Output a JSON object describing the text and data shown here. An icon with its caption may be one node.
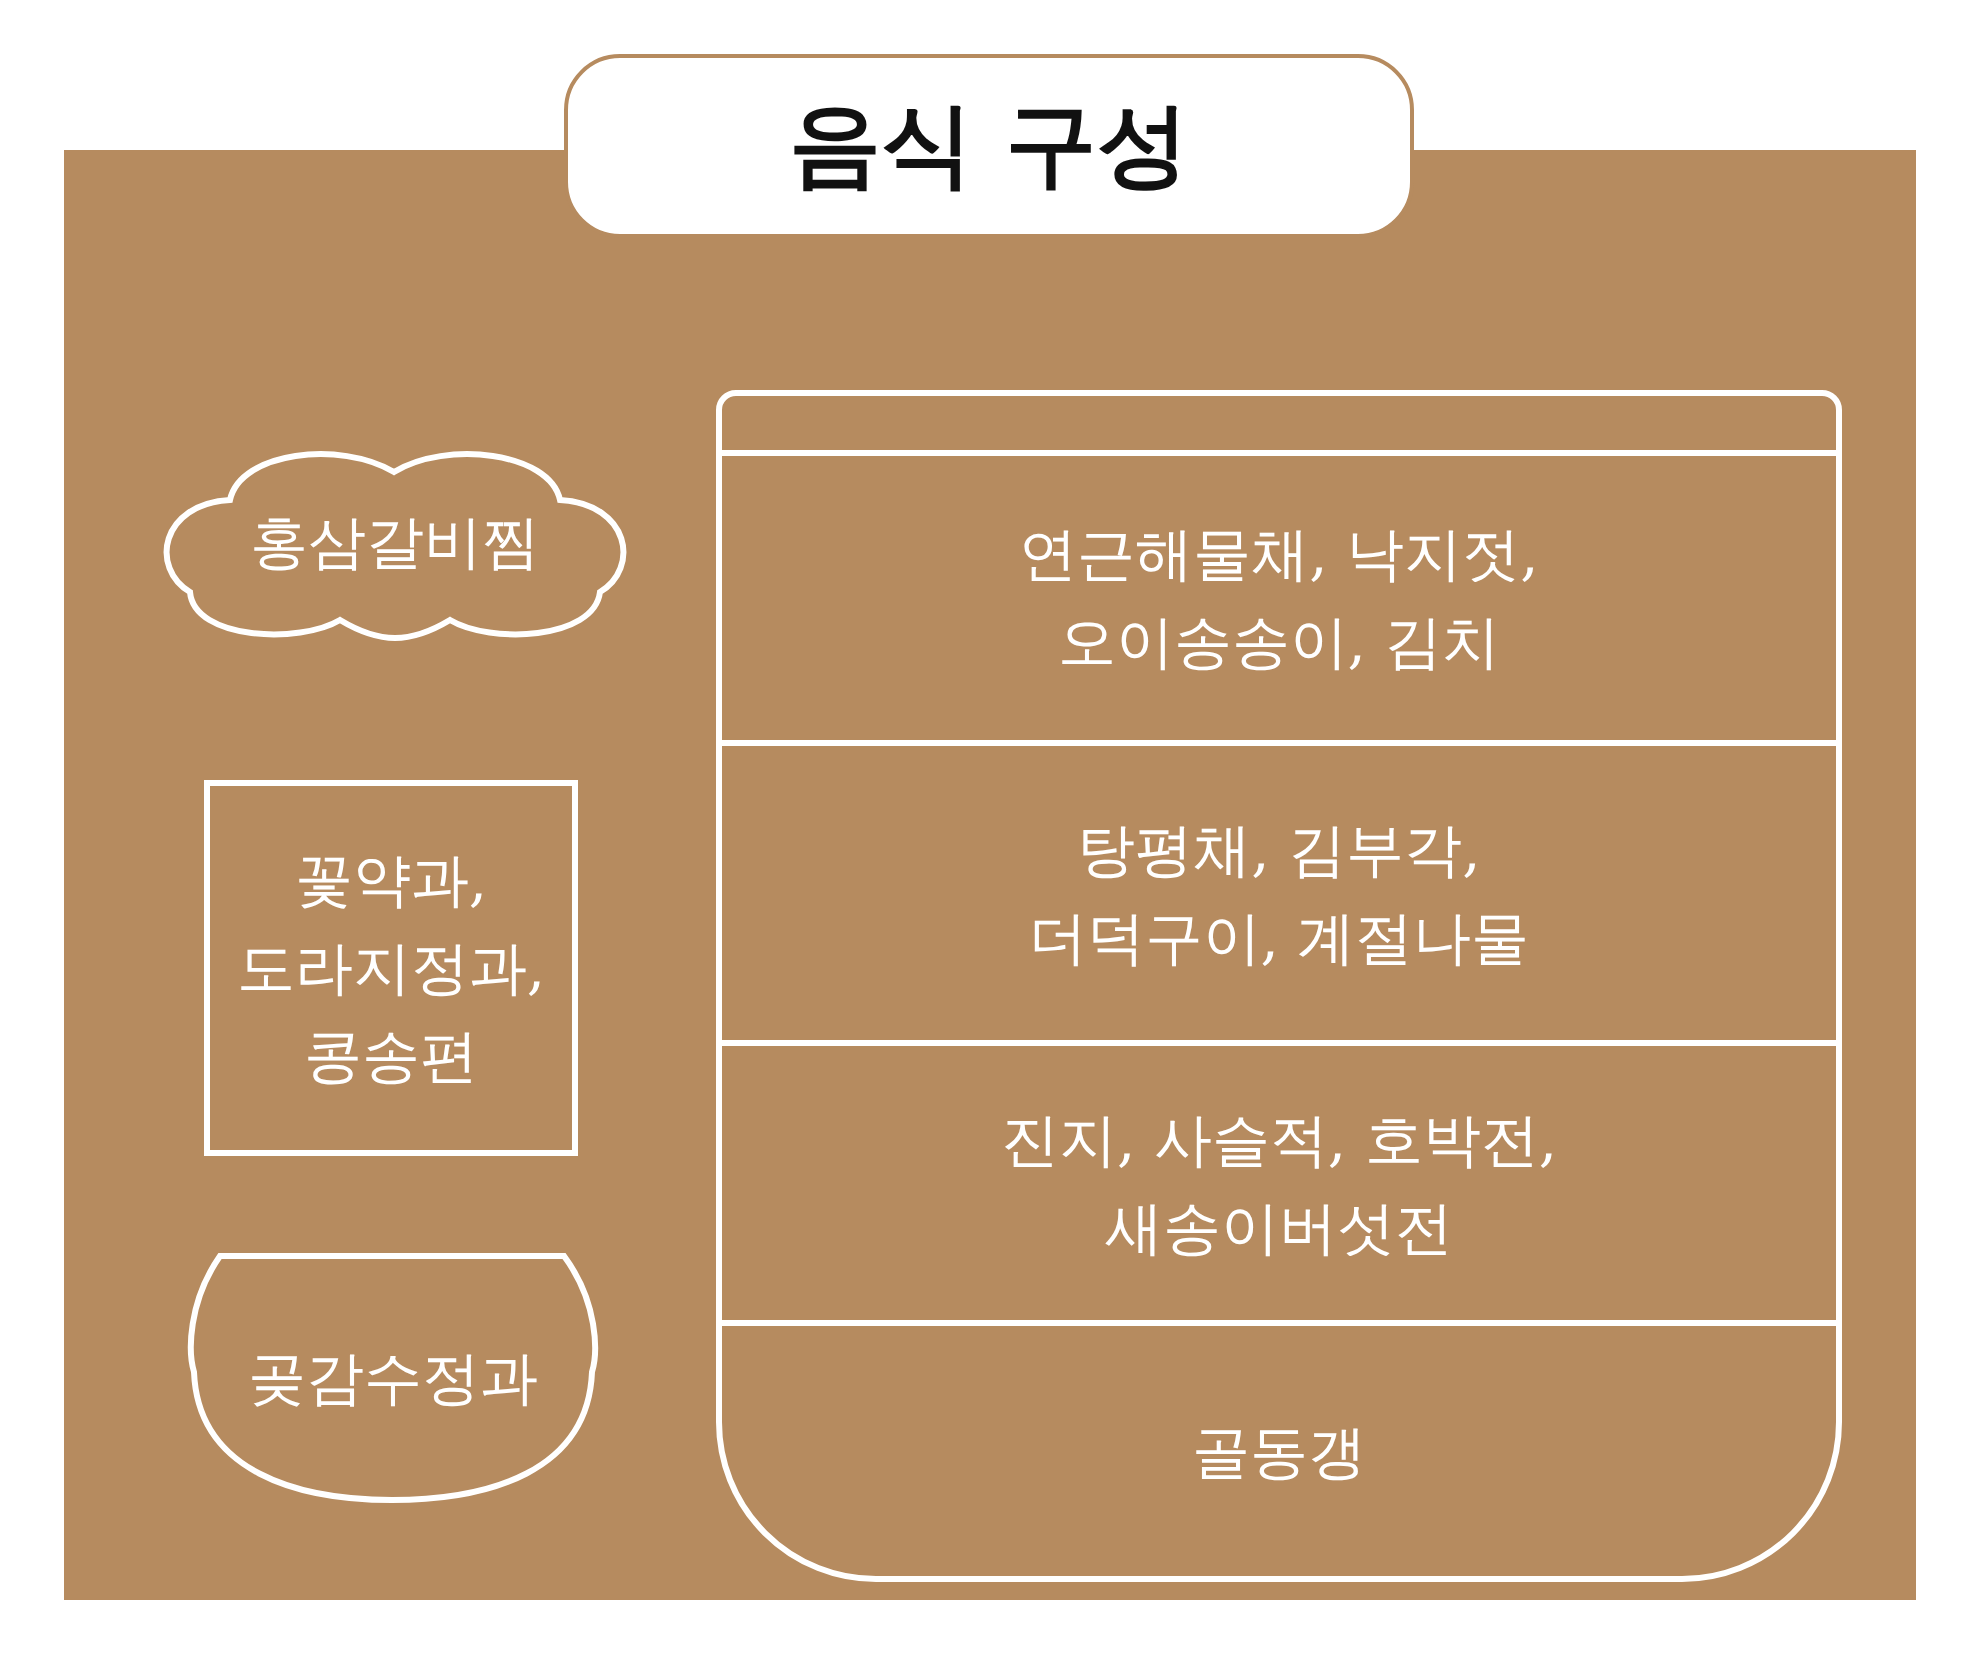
{
  "diagram": {
    "title": "음식 구성",
    "nodes": [
      {
        "text": [
          "홍삼갈비찜"
        ]
      },
      {
        "text": [
          "꽃약과, 도라지정과, 콩송편"
        ]
      },
      {
        "text": [
          "곶감수정과"
        ]
      },
      {
        "text": [],
        "shape": "box"
      },
      {
        "text": [],
        "shape": "bar",
        "in": 3
      },
      {
        "text": [
          "연근해물채, 낙지젓, 오이송송이, 김치"
        ],
        "in": 3
      },
      {
        "text": [
          "탕평채, 김부각, 더덕구이, 계절나물"
        ],
        "in": 3
      },
      {
        "text": [
          "진지, 사슬적, 호박전, 새송이버섯전"
        ],
        "in": 3
      },
      {
        "text": [
          "골동갱"
        ],
        "in": 3
      }
    ],
    "edges": []
  }
}
